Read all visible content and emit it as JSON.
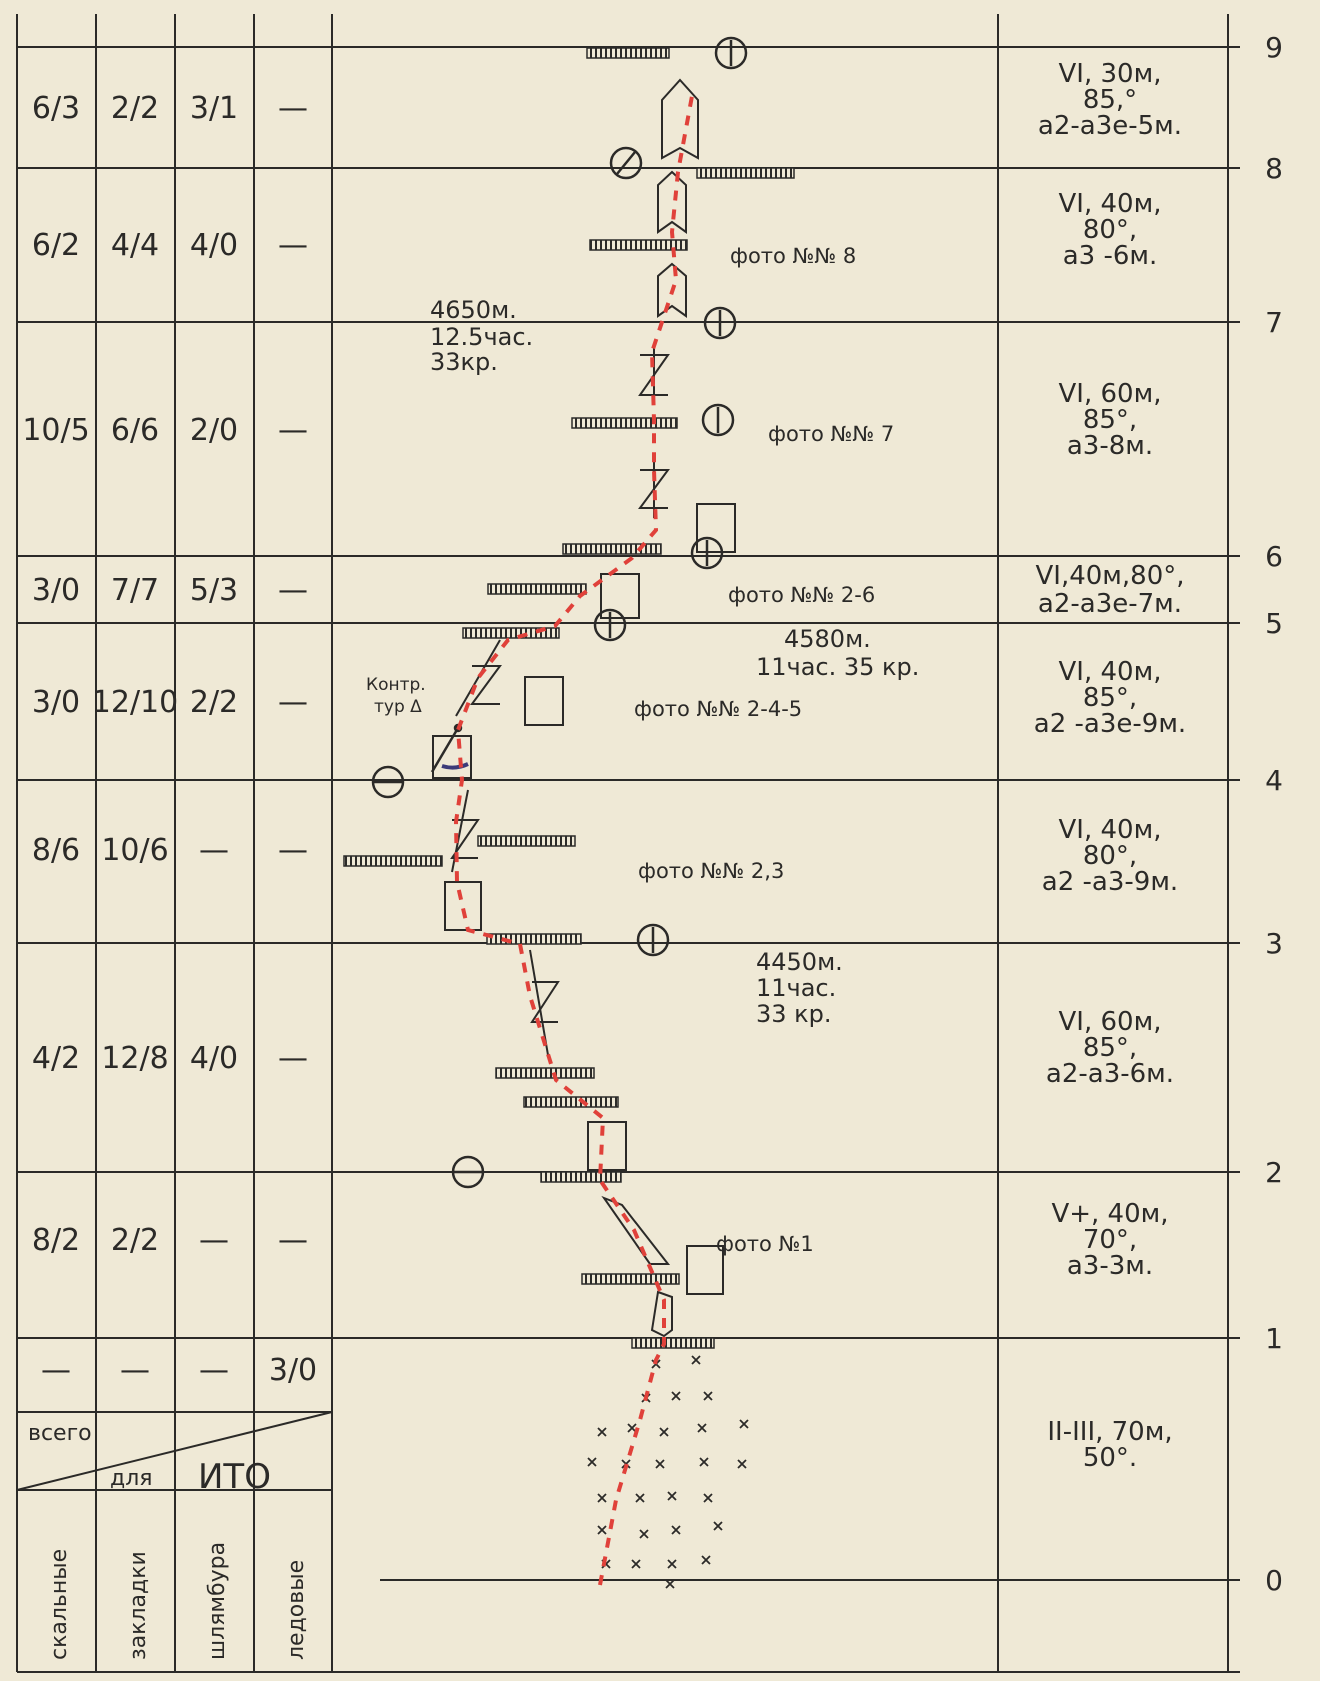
{
  "rows": [
    {
      "pitch": "8-9",
      "counts": [
        "6/3",
        "2/2",
        "3/1",
        "—"
      ],
      "category": [
        "VI, 30м,",
        "85,°",
        "а2-а3е-5м."
      ]
    },
    {
      "pitch": "7-8",
      "counts": [
        "6/2",
        "4/4",
        "4/0",
        "—"
      ],
      "category": [
        "VI, 40м,",
        "80°,",
        "а3 -6м."
      ]
    },
    {
      "pitch": "6-7",
      "counts": [
        "10/5",
        "6/6",
        "2/0",
        "—"
      ],
      "category": [
        "VI, 60м,",
        "85°,",
        "а3-8м."
      ]
    },
    {
      "pitch": "5-6",
      "counts": [
        "3/0",
        "7/7",
        "5/3",
        "—"
      ],
      "category": [
        "VI,40м,80°,",
        "а2-а3е-7м."
      ]
    },
    {
      "pitch": "4-5",
      "counts": [
        "3/0",
        "12/10",
        "2/2",
        "—"
      ],
      "category": [
        "VI, 40м,",
        "85°,",
        "а2 -а3е-9м."
      ]
    },
    {
      "pitch": "3-4",
      "counts": [
        "8/6",
        "10/6",
        "—",
        "—"
      ],
      "category": [
        "VI, 40м,",
        "80°,",
        "а2 -а3-9м."
      ]
    },
    {
      "pitch": "2-3",
      "counts": [
        "4/2",
        "12/8",
        "4/0",
        "—"
      ],
      "category": [
        "VI, 60м,",
        "85°,",
        "а2-а3-6м."
      ]
    },
    {
      "pitch": "1-2",
      "counts": [
        "8/2",
        "2/2",
        "—",
        "—"
      ],
      "category": [
        "V+, 40м,",
        "70°,",
        "а3-3м."
      ]
    },
    {
      "pitch": "0-1",
      "counts": [
        "—",
        "—",
        "—",
        "3/0"
      ],
      "category": [
        "II-III, 70м,",
        "50°."
      ]
    }
  ],
  "scale_ticks": [
    "9",
    "8",
    "7",
    "6",
    "5",
    "4",
    "3",
    "2",
    "1",
    "0"
  ],
  "footer": {
    "total_label": "всего",
    "for_label": "для",
    "ito_label": "ИТО",
    "columns": [
      "скальные",
      "закладки",
      "шлямбура",
      "ледовые"
    ]
  },
  "photo_labels": [
    "фото №№ 8",
    "фото №№ 7",
    "фото №№ 2-6",
    "фото №№ 2-4-5",
    "фото №№ 2,3",
    "фото №1"
  ],
  "bivouacs": [
    [
      "4650м.",
      "12.5час.",
      "33кр."
    ],
    [
      "4580м.",
      "11час. 35 кр."
    ],
    [
      "4450м.",
      "11час.",
      "33 кр."
    ]
  ],
  "control_point": [
    "Контр.",
    "тур Δ"
  ],
  "colors": {
    "paper": "#efe9d6",
    "ink": "#2b2a28",
    "route": "#e0413a"
  }
}
